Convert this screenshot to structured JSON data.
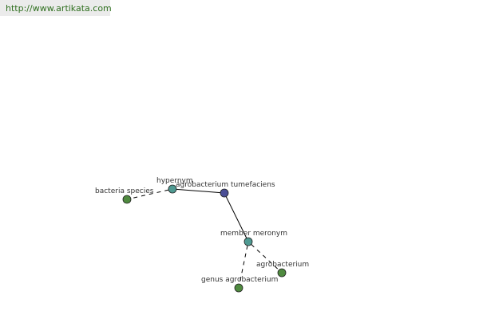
{
  "header": {
    "url": "http://www.artikata.com"
  },
  "graph": {
    "nodes": [
      {
        "id": "agrobacterium-tumefaciens",
        "label": "agrobacterium tumefaciens",
        "color": "#4b4f96"
      },
      {
        "id": "hypernym",
        "label": "hypernym",
        "color": "#4f9a92"
      },
      {
        "id": "bacteria-species",
        "label": "bacteria species",
        "color": "#4f8a3f"
      },
      {
        "id": "member-meronym",
        "label": "member meronym",
        "color": "#4f9a92"
      },
      {
        "id": "agrobacterium",
        "label": "agrobacterium",
        "color": "#4f8a3f"
      },
      {
        "id": "genus-agrobacterium",
        "label": "genus agrobacterium",
        "color": "#4f8a3f"
      }
    ],
    "edges": [
      {
        "from": "agrobacterium-tumefaciens",
        "to": "hypernym",
        "style": "solid"
      },
      {
        "from": "hypernym",
        "to": "bacteria-species",
        "style": "dashed"
      },
      {
        "from": "agrobacterium-tumefaciens",
        "to": "member-meronym",
        "style": "solid"
      },
      {
        "from": "member-meronym",
        "to": "agrobacterium",
        "style": "dashed"
      },
      {
        "from": "member-meronym",
        "to": "genus-agrobacterium",
        "style": "dashed"
      }
    ]
  }
}
